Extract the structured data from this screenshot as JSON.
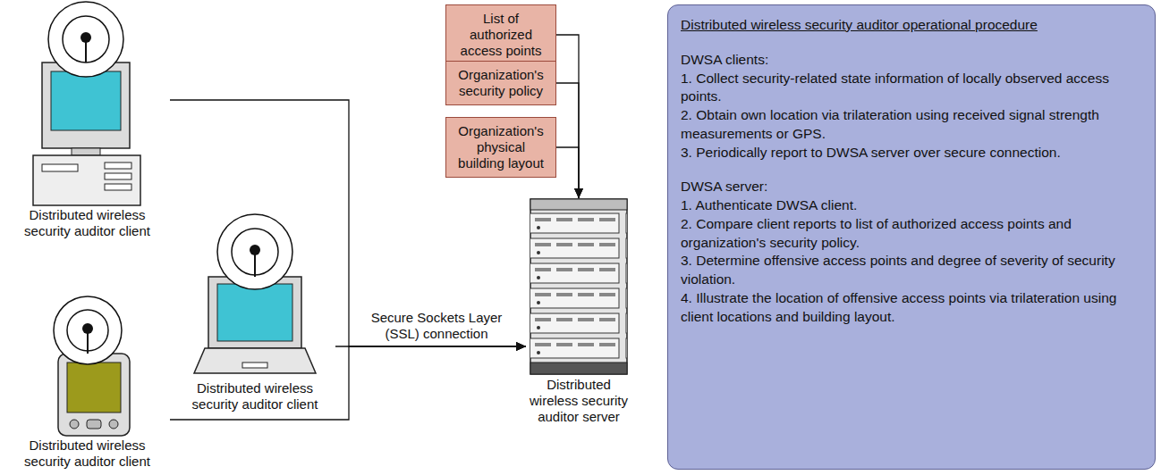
{
  "diagram": {
    "nodes": [
      {
        "text": [
          "Distributed wireless security auditor client"
        ]
      },
      {
        "text": [
          "Distributed wireless security auditor client"
        ]
      },
      {
        "text": [
          "Distributed wireless security auditor client"
        ]
      },
      {
        "text": [
          "List of authorized access points"
        ]
      },
      {
        "text": [
          "Organization's security policy"
        ]
      },
      {
        "text": [
          "Organization's physical building layout"
        ]
      },
      {
        "text": [
          "Distributed wireless security auditor server"
        ]
      },
      {
        "text": [
          "Distributed wireless security auditor operational procedure",
          "DWSA clients:",
          "1. Collect security-related state information of locally observed access points.",
          "2. Obtain own location via trilateration using received signal strength measurements or GPS.",
          "3. Periodically report to DWSA server over secure connection.",
          "DWSA server:",
          "1. Authenticate DWSA client.",
          "2. Compare client reports to list of authorized access points and organization's security policy.",
          "3. Determine offensive access points and degree of severity of security violation.",
          "4. Illustrate the location of offensive access points via trilateration using client locations and building layout."
        ]
      }
    ],
    "edges": [
      {
        "from": 0,
        "to": 6,
        "arrow": "to"
      },
      {
        "from": 1,
        "to": 6,
        "label": "Secure Sockets Layer (SSL) connection",
        "arrow": "to"
      },
      {
        "from": 2,
        "to": 6,
        "arrow": "to"
      },
      {
        "from": 3,
        "to": 6,
        "arrow": "to"
      },
      {
        "from": 4,
        "to": 6,
        "arrow": "to"
      },
      {
        "from": 5,
        "to": 6,
        "arrow": "to"
      }
    ]
  }
}
